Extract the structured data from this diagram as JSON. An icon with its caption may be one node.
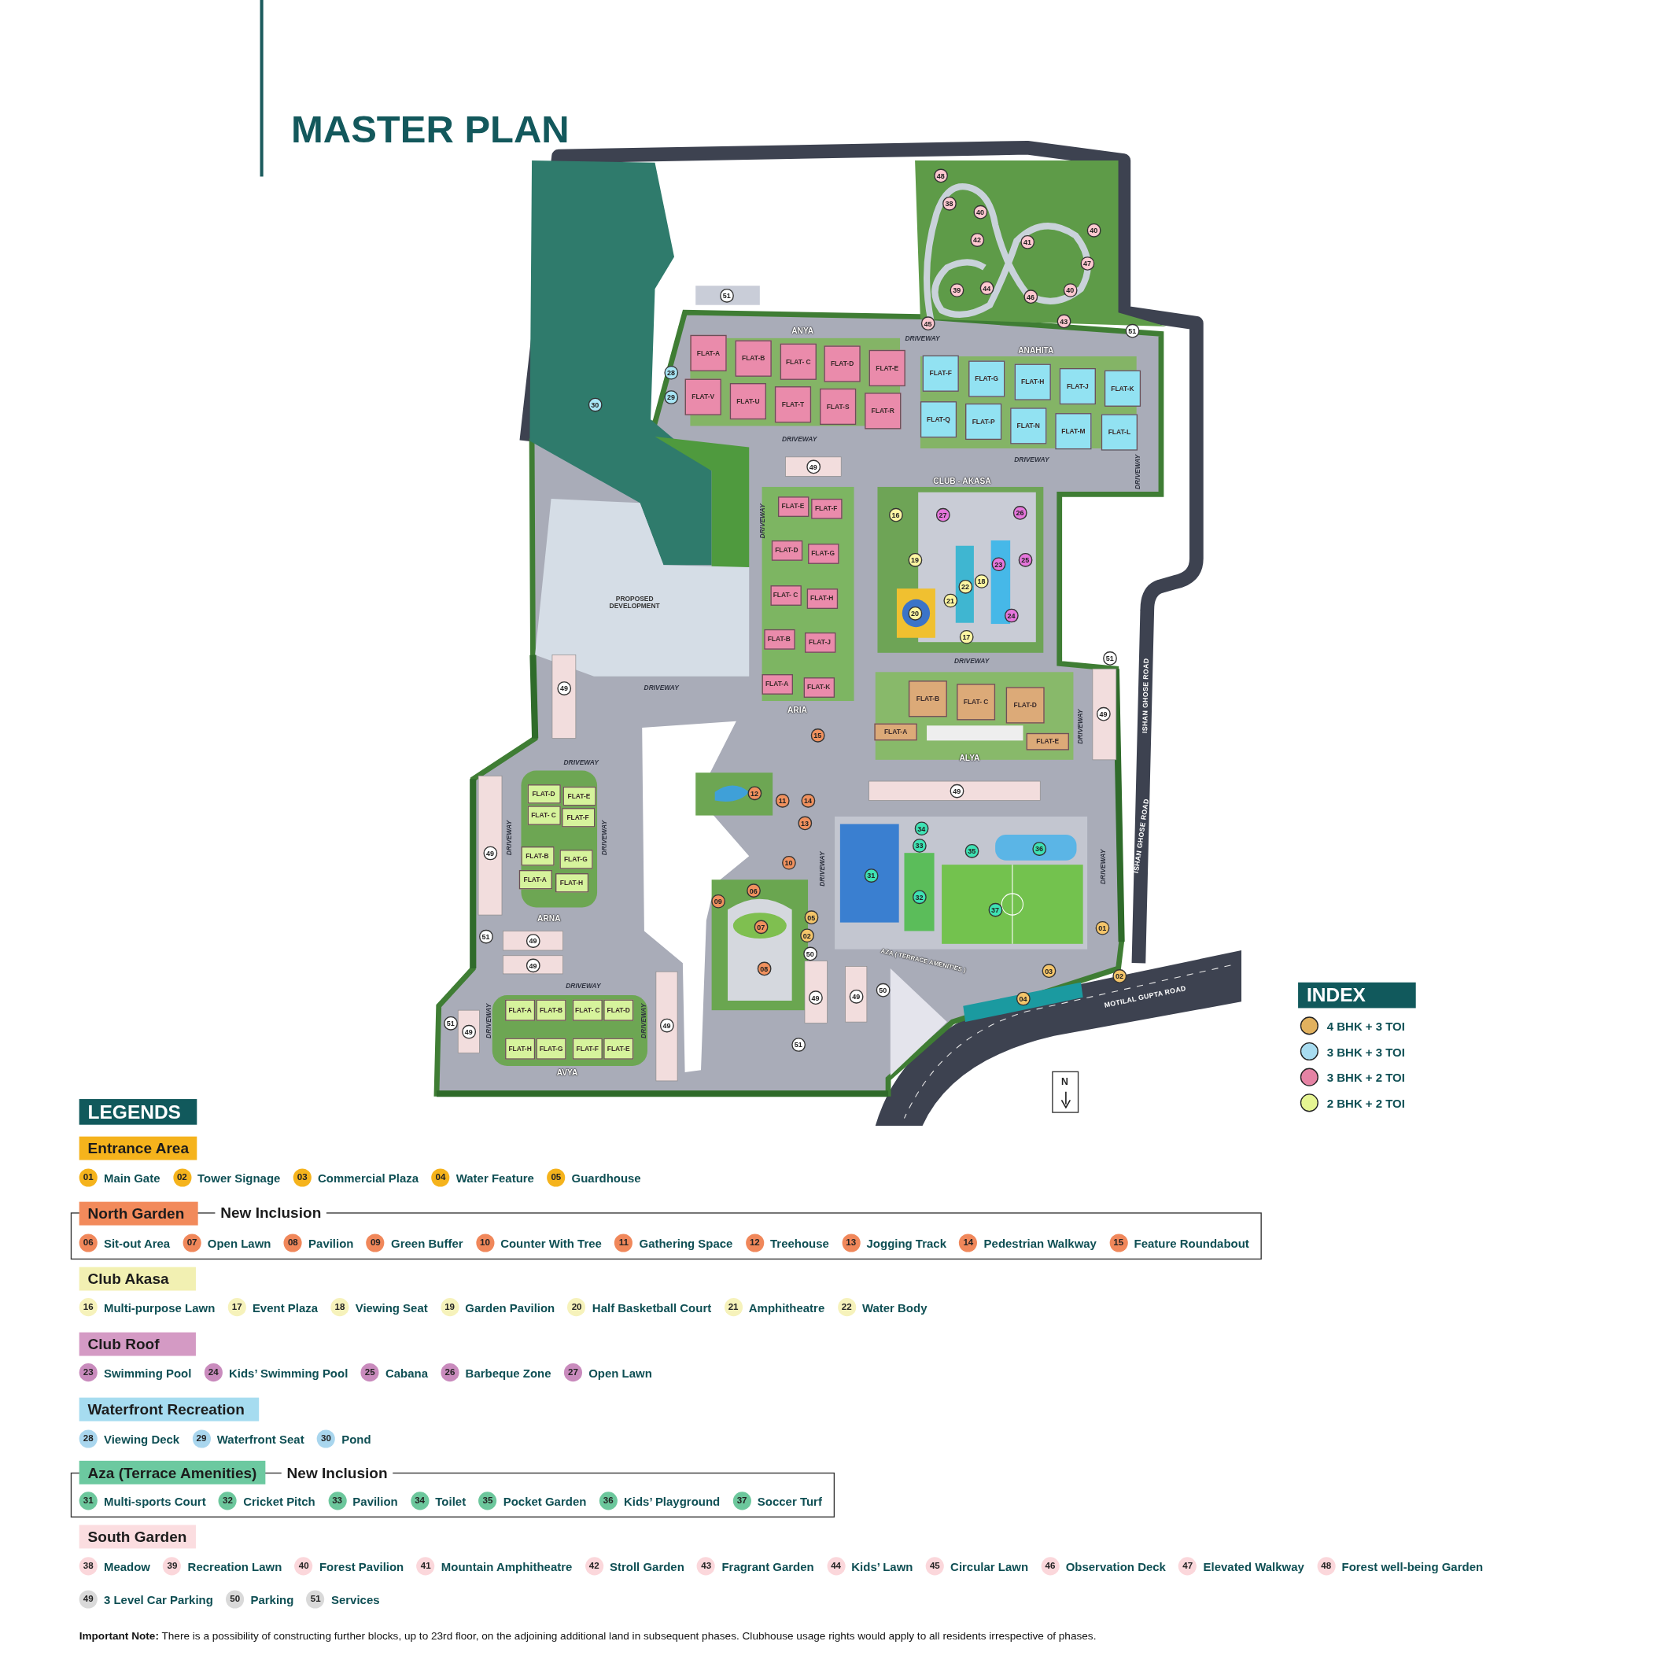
{
  "diagram": {
    "title": "MASTER PLAN",
    "nodes": [
      {
        "text": [
          "FLAT-A"
        ]
      },
      {
        "text": [
          "FLAT-B"
        ]
      },
      {
        "text": [
          "FLAT- C"
        ]
      },
      {
        "text": [
          "FLAT-D"
        ]
      },
      {
        "text": [
          "FLAT-E"
        ]
      },
      {
        "text": [
          "FLAT-V"
        ]
      },
      {
        "text": [
          "FLAT-U"
        ]
      },
      {
        "text": [
          "FLAT-T"
        ]
      },
      {
        "text": [
          "FLAT-S"
        ]
      },
      {
        "text": [
          "FLAT-R"
        ]
      },
      {
        "text": [
          "FLAT-F"
        ]
      },
      {
        "text": [
          "FLAT-G"
        ]
      },
      {
        "text": [
          "FLAT-H"
        ]
      },
      {
        "text": [
          "FLAT-J"
        ]
      },
      {
        "text": [
          "FLAT-K"
        ]
      },
      {
        "text": [
          "FLAT-Q"
        ]
      },
      {
        "text": [
          "FLAT-P"
        ]
      },
      {
        "text": [
          "FLAT-N"
        ]
      },
      {
        "text": [
          "FLAT-M"
        ]
      },
      {
        "text": [
          "FLAT-L"
        ]
      },
      {
        "text": [
          "FLAT-E"
        ]
      },
      {
        "text": [
          "FLAT-F"
        ]
      },
      {
        "text": [
          "FLAT-D"
        ]
      },
      {
        "text": [
          "FLAT-G"
        ]
      },
      {
        "text": [
          "FLAT- C"
        ]
      },
      {
        "text": [
          "FLAT-H"
        ]
      },
      {
        "text": [
          "FLAT-B"
        ]
      },
      {
        "text": [
          "FLAT-J"
        ]
      },
      {
        "text": [
          "FLAT-A"
        ]
      },
      {
        "text": [
          "FLAT-K"
        ]
      },
      {
        "text": [
          "FLAT-B"
        ]
      },
      {
        "text": [
          "FLAT- C"
        ]
      },
      {
        "text": [
          "FLAT-D"
        ]
      },
      {
        "text": [
          "FLAT-A"
        ]
      },
      {
        "text": [
          "FLAT-E"
        ]
      },
      {
        "text": [
          "FLAT-D"
        ]
      },
      {
        "text": [
          "FLAT-E"
        ]
      },
      {
        "text": [
          "FLAT- C"
        ]
      },
      {
        "text": [
          "FLAT-F"
        ]
      },
      {
        "text": [
          "FLAT-B"
        ]
      },
      {
        "text": [
          "FLAT-G"
        ]
      },
      {
        "text": [
          "FLAT-A"
        ]
      },
      {
        "text": [
          "FLAT-H"
        ]
      },
      {
        "text": [
          "FLAT-A"
        ]
      },
      {
        "text": [
          "FLAT-B"
        ]
      },
      {
        "text": [
          "FLAT- C"
        ]
      },
      {
        "text": [
          "FLAT-D"
        ]
      },
      {
        "text": [
          "FLAT-H"
        ]
      },
      {
        "text": [
          "FLAT-G"
        ]
      },
      {
        "text": [
          "FLAT-F"
        ]
      },
      {
        "text": [
          "FLAT-E"
        ]
      },
      {
        "text": [
          "INDEX"
        ]
      },
      {
        "text": [
          "LEGENDS"
        ]
      },
      {
        "text": [
          "Entrance Area"
        ]
      },
      {
        "text": [
          "New Inclusion"
        ]
      },
      {
        "text": [
          "North Garden"
        ]
      },
      {
        "text": [
          "Club Akasa"
        ]
      },
      {
        "text": [
          "Club Roof"
        ]
      },
      {
        "text": [
          "Waterfront Recreation"
        ]
      },
      {
        "text": [
          "New Inclusion"
        ]
      },
      {
        "text": [
          "Aza (Terrace Amenities)"
        ]
      },
      {
        "text": [
          "South Garden"
        ]
      }
    ],
    "labels": [
      "48",
      "38",
      "40",
      "40",
      "42",
      "41",
      "47",
      "51",
      "39",
      "44",
      "46",
      "40",
      "ANYA",
      "45",
      "43",
      "51",
      "DRIVEWAY",
      "ANAHITA",
      "28",
      "29",
      "30",
      "DRIVEWAY",
      "49",
      "DRIVEWAY",
      "DRIVEWAY",
      "CLUB - AKASA",
      "DRIVEWAY",
      "16",
      "27",
      "26",
      "19",
      "23",
      "25",
      "22",
      "18",
      "PROPOSED DEVELOPMENT",
      "20",
      "21",
      "24",
      "17",
      "ISHAN GHOSE ROAD",
      "DRIVEWAY",
      "51",
      "49",
      "DRIVEWAY",
      "ARIA",
      "DRIVEWAY",
      "49",
      "15",
      "DRIVEWAY",
      "ALYA",
      "12",
      "11",
      "14",
      "49",
      "13",
      "34",
      "49",
      "DRIVEWAY",
      "DRIVEWAY",
      "33",
      "35",
      "36",
      "ISHAN GHOSE ROAD",
      "10",
      "DRIVEWAY",
      "31",
      "DRIVEWAY",
      "09",
      "06",
      "32",
      "37",
      "51",
      "49",
      "ARNA",
      "07",
      "02",
      "05",
      "01",
      "50",
      "49",
      "08",
      "AZA ( TERRACE AMENITIES )",
      "03",
      "02",
      "DRIVEWAY",
      "49",
      "49",
      "50",
      "04",
      "MOTILAL GUPTA ROAD",
      "51",
      "49",
      "DRIVEWAY",
      "DRIVEWAY",
      "49",
      "51",
      "AVYA",
      "N",
      "01",
      "Main Gate",
      "02",
      "Tower Signage",
      "03",
      "Commercial Plaza",
      "04",
      "Water Feature",
      "05",
      "Guardhouse",
      "06",
      "Sit-out Area",
      "07",
      "Open Lawn",
      "08",
      "Pavilion",
      "09",
      "Green Buffer",
      "10",
      "Counter With Tree",
      "11",
      "Gathering Space",
      "12",
      "Treehouse",
      "13",
      "Jogging Track",
      "14",
      "Pedestrian Walkway",
      "15",
      "Feature Roundabout",
      "16",
      "Multi-purpose Lawn",
      "17",
      "Event Plaza",
      "18",
      "Viewing Seat",
      "19",
      "Garden Pavilion",
      "20",
      "Half Basketball Court",
      "21",
      "Amphitheatre",
      "22",
      "Water Body",
      "23",
      "Swimming Pool",
      "24",
      "Kids’ Swimming Pool",
      "25",
      "Cabana",
      "26",
      "Barbeque Zone",
      "27",
      "Open Lawn",
      "28",
      "Viewing Deck",
      "29",
      "Waterfront Seat",
      "30",
      "Pond",
      "31",
      "Multi-sports Court",
      "32",
      "Cricket Pitch",
      "33",
      "Pavilion",
      "34",
      "Toilet",
      "35",
      "Pocket Garden",
      "36",
      "Kids’ Playground",
      "37",
      "Soccer Turf",
      "38",
      "Meadow",
      "39",
      "Recreation Lawn",
      "40",
      "Forest Pavilion",
      "41",
      "Mountain Amphitheatre",
      "42",
      "Stroll Garden",
      "43",
      "Fragrant Garden",
      "44",
      "Kids’ Lawn",
      "45",
      "Circular Lawn",
      "46",
      "Observation Deck",
      "47",
      "Elevated Walkway",
      "48",
      "Forest well-being Garden",
      "49",
      "3 Level Car Parking",
      "50",
      "Parking",
      "51",
      "Services",
      "**Important Note:** There is a possibility of constructing further blocks, up to 23rd floor, on the adjoining additional land in subsequent phases. Clubhouse usage rights would apply to all residents irrespective of phases."
    ],
    "legend": [
      {
        "text": "4 BHK + 3 TOI",
        "color": "#e2b15e"
      },
      {
        "text": "3 BHK + 3 TOI",
        "color": "#a8dcf0"
      },
      {
        "text": "3 BHK + 2 TOI",
        "color": "#e583a4"
      },
      {
        "text": "2 BHK + 2 TOI",
        "color": "#e6f592"
      }
    ]
  }
}
